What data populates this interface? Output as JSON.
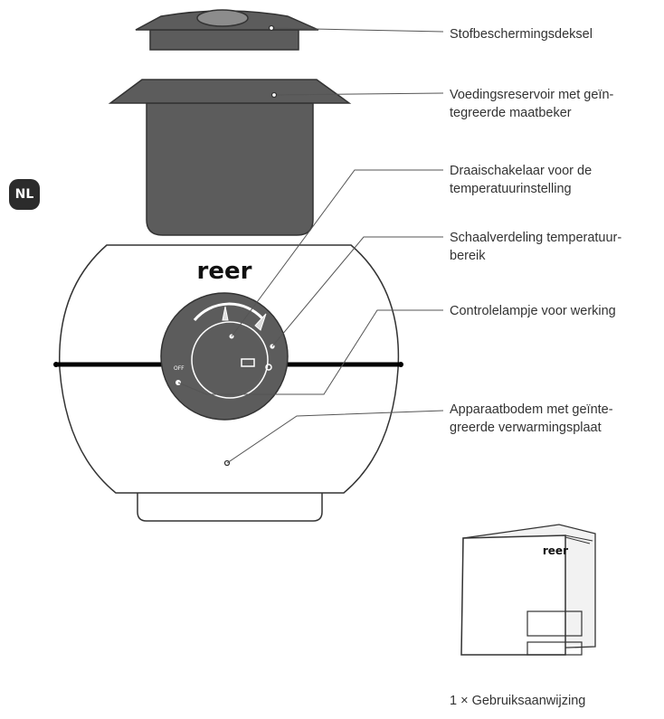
{
  "language_badge": "NL",
  "brand": "reer",
  "dial_off_label": "OFF",
  "labels": {
    "dust_cover": "Stofbeschermingsdeksel",
    "reservoir_line1": "Voedingsreservoir met geïn-",
    "reservoir_line2": "tegreerde maatbeker",
    "knob_line1": "Draaischakelaar voor de",
    "knob_line2": "temperatuurinstelling",
    "scale_line1": "Schaalverdeling temperatuur-",
    "scale_line2": "bereik",
    "indicator": "Controlelampje voor werking",
    "base_line1": "Apparaatbodem met geïnte-",
    "base_line2": "greerde verwarmingsplaat",
    "manual": "1 × Gebruiksaanwijzing"
  },
  "colors": {
    "dark_part": "#5c5c5c",
    "outline": "#333333",
    "badge": "#2b2b2b"
  }
}
